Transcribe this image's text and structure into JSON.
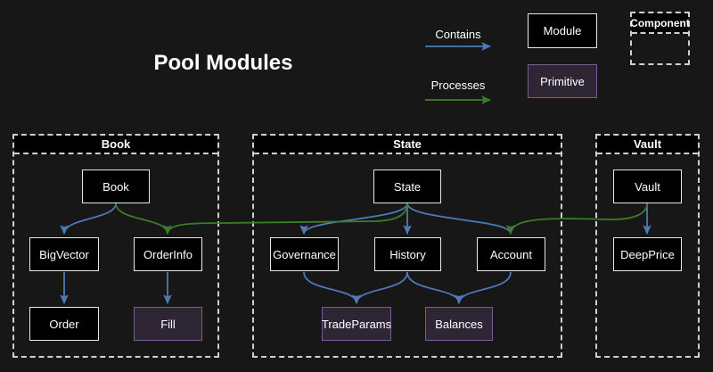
{
  "title": "Pool Modules",
  "legend": {
    "contains": "Contains",
    "processes": "Processes",
    "module": "Module",
    "primitive": "Primitive",
    "component": "Component"
  },
  "colors": {
    "background": "#171717",
    "contains_arrow": "#4e79b5",
    "processes_arrow": "#3d7c27",
    "module_fill": "#000000",
    "module_border": "#e8e8e8",
    "primitive_fill": "#2e2535",
    "primitive_border": "#7a5c8f",
    "container_border": "#cfcfcf"
  },
  "containers": {
    "book": {
      "title": "Book"
    },
    "state": {
      "title": "State"
    },
    "vault": {
      "title": "Vault"
    }
  },
  "nodes": {
    "book": {
      "label": "Book",
      "type": "module"
    },
    "bigvector": {
      "label": "BigVector",
      "type": "module"
    },
    "orderinfo": {
      "label": "OrderInfo",
      "type": "module"
    },
    "order": {
      "label": "Order",
      "type": "module"
    },
    "fill": {
      "label": "Fill",
      "type": "primitive"
    },
    "state": {
      "label": "State",
      "type": "module"
    },
    "governance": {
      "label": "Governance",
      "type": "module"
    },
    "history": {
      "label": "History",
      "type": "module"
    },
    "account": {
      "label": "Account",
      "type": "module"
    },
    "tradeparams": {
      "label": "TradeParams",
      "type": "primitive"
    },
    "balances": {
      "label": "Balances",
      "type": "primitive"
    },
    "vault": {
      "label": "Vault",
      "type": "module"
    },
    "deepprice": {
      "label": "DeepPrice",
      "type": "module"
    }
  },
  "edges": [
    {
      "from": "Book",
      "to": "BigVector",
      "type": "contains"
    },
    {
      "from": "Book",
      "to": "OrderInfo",
      "type": "processes"
    },
    {
      "from": "BigVector",
      "to": "Order",
      "type": "contains"
    },
    {
      "from": "OrderInfo",
      "to": "Fill",
      "type": "contains"
    },
    {
      "from": "State",
      "to": "Governance",
      "type": "contains"
    },
    {
      "from": "State",
      "to": "History",
      "type": "contains"
    },
    {
      "from": "State",
      "to": "Account",
      "type": "contains"
    },
    {
      "from": "State",
      "to": "OrderInfo",
      "type": "processes"
    },
    {
      "from": "Governance",
      "to": "TradeParams",
      "type": "contains"
    },
    {
      "from": "History",
      "to": "TradeParams",
      "type": "contains"
    },
    {
      "from": "History",
      "to": "Balances",
      "type": "contains"
    },
    {
      "from": "Account",
      "to": "Balances",
      "type": "contains"
    },
    {
      "from": "Vault",
      "to": "DeepPrice",
      "type": "contains"
    },
    {
      "from": "Vault",
      "to": "Account",
      "type": "processes"
    }
  ]
}
